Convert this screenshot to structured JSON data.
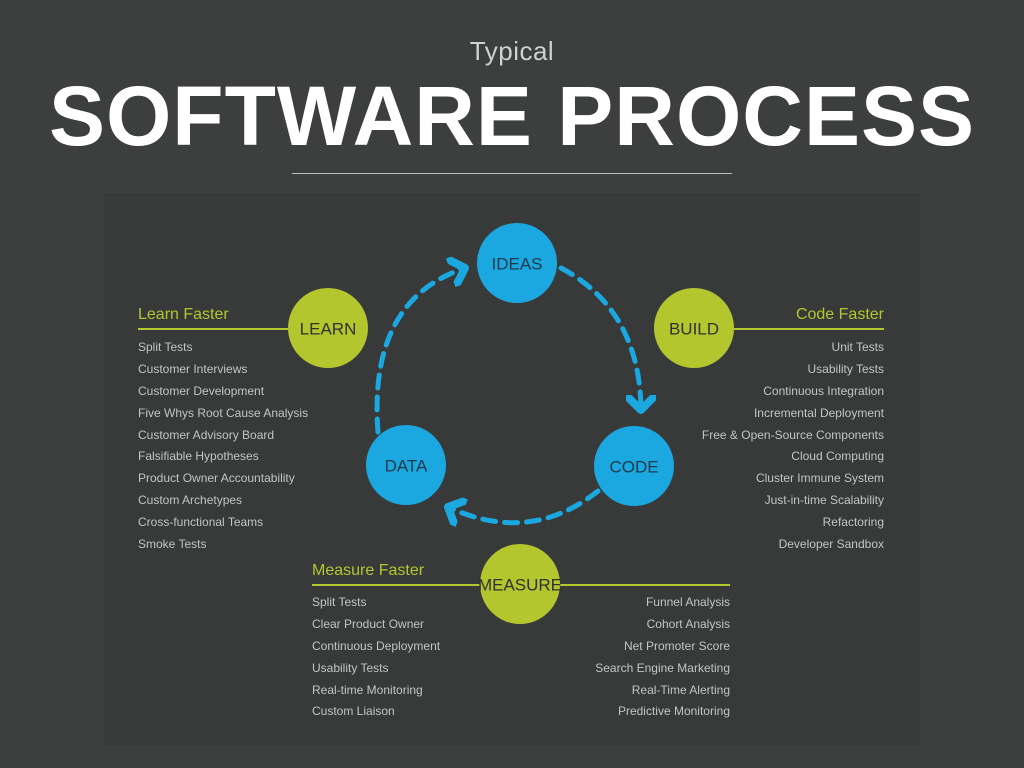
{
  "header": {
    "subtitle": "Typical",
    "title": "SOFTWARE PROCESS"
  },
  "colors": {
    "background": "#3d3e3e",
    "blue": "#1ba8e0",
    "green": "#b3c62e",
    "text": "#c3c4c4"
  },
  "cycle": {
    "ideas": "IDEAS",
    "code": "CODE",
    "data": "DATA",
    "learn": "LEARN",
    "build": "BUILD",
    "measure": "MEASURE"
  },
  "learn": {
    "heading": "Learn Faster",
    "items": [
      "Split Tests",
      "Customer Interviews",
      "Customer Development",
      "Five Whys Root Cause Analysis",
      "Customer Advisory Board",
      "Falsifiable Hypotheses",
      "Product Owner Accountability",
      "Custom Archetypes",
      "Cross-functional Teams",
      "Smoke Tests"
    ]
  },
  "build": {
    "heading": "Code Faster",
    "items": [
      "Unit Tests",
      "Usability Tests",
      "Continuous Integration",
      "Incremental Deployment",
      "Free & Open-Source Components",
      "Cloud Computing",
      "Cluster Immune System",
      "Just-in-time Scalability",
      "Refactoring",
      "Developer Sandbox"
    ]
  },
  "measure": {
    "heading": "Measure Faster",
    "left_items": [
      "Split Tests",
      "Clear Product Owner",
      "Continuous Deployment",
      "Usability Tests",
      "Real-time Monitoring",
      "Custom Liaison"
    ],
    "right_items": [
      "Funnel Analysis",
      "Cohort Analysis",
      "Net Promoter Score",
      "Search Engine Marketing",
      "Real-Time Alerting",
      "Predictive Monitoring"
    ]
  }
}
